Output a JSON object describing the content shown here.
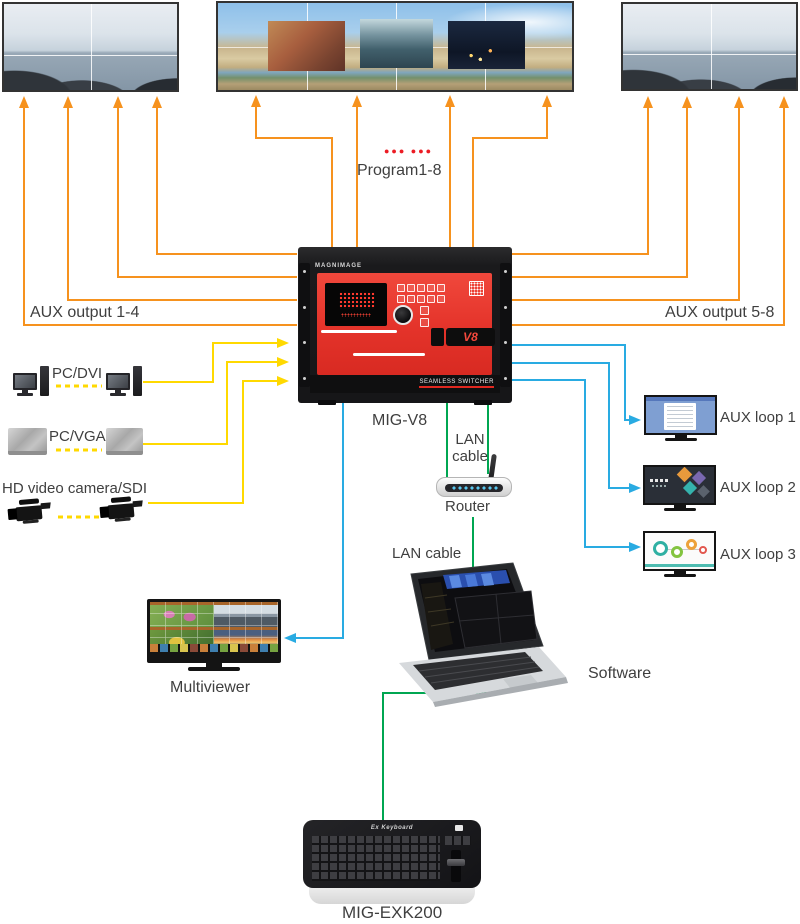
{
  "program": {
    "dots": "●●● ●●●",
    "label": "Program1-8"
  },
  "aux_output": {
    "left": "AUX output 1-4",
    "right": "AUX output 5-8"
  },
  "sources": {
    "pc_dvi": "PC/DVI",
    "pc_vga": "PC/VGA",
    "hd_camera": "HD video camera/SDI"
  },
  "switcher": {
    "brand": "MAGNIMAGE",
    "badge": "V8",
    "tagline": "SEAMLESS SWITCHER",
    "name": "MIG-V8"
  },
  "network": {
    "lan_cable_top": "LAN cable",
    "router": "Router",
    "lan_cable_bottom": "LAN cable",
    "software": "Software"
  },
  "monitors": {
    "multiviewer": "Multiviewer",
    "aux_loops": [
      {
        "label": "AUX loop 1"
      },
      {
        "label": "AUX loop 2"
      },
      {
        "label": "AUX loop 3"
      }
    ]
  },
  "keyboard": {
    "name": "MIG-EXK200",
    "brand": "Ex Keyboard"
  },
  "colors": {
    "orange": "#F6921E",
    "yellow": "#FFD900",
    "cyan": "#29ABE2",
    "green": "#00A651",
    "red": "#EC1C24",
    "text": "#3F3F3F"
  }
}
